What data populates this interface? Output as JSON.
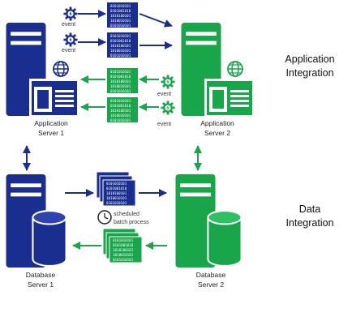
{
  "colors": {
    "blue": "#1a2e8f",
    "green": "#19a64a",
    "blue_light": "#2d43b0",
    "green_light": "#2fc063"
  },
  "sections": {
    "application": [
      "Application",
      "Integration"
    ],
    "data": [
      "Data",
      "Integration"
    ]
  },
  "servers": {
    "app1": [
      "Application",
      "Server 1"
    ],
    "app2": [
      "Application",
      "Server 2"
    ],
    "db1": [
      "Database",
      "Server 1"
    ],
    "db2": [
      "Database",
      "Server 2"
    ]
  },
  "events": {
    "label": "event",
    "icon": "gear-lightning-icon"
  },
  "batch": {
    "line1": "scheduled",
    "line2": "batch process",
    "icon": "clock-icon"
  },
  "binary_rows": [
    "0101010101",
    "0101001010",
    "1010100101",
    "1010010101",
    "0101010101"
  ]
}
